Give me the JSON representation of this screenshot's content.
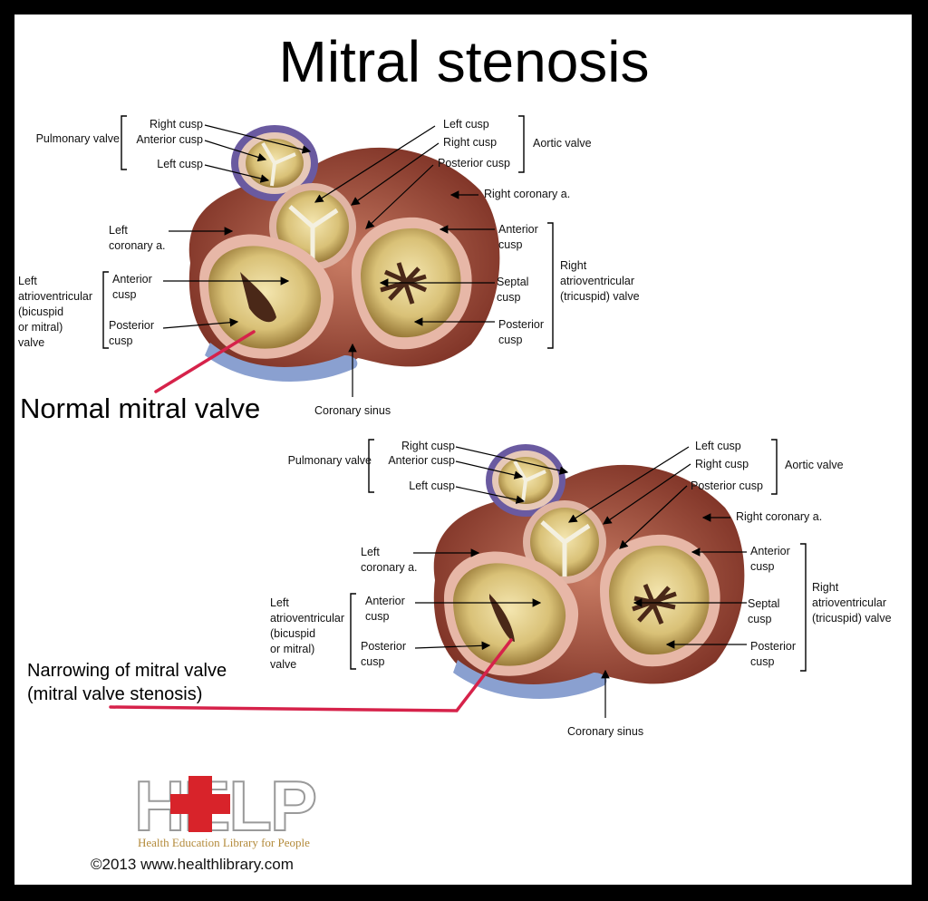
{
  "title": "Mitral stenosis",
  "top": {
    "caption": "Normal mitral valve",
    "pulmonary_valve": "Pulmonary valve",
    "pulm_right_cusp": "Right cusp",
    "pulm_anterior_cusp": "Anterior cusp",
    "pulm_left_cusp": "Left cusp",
    "aortic_left_cusp": "Left cusp",
    "aortic_right_cusp": "Right cusp",
    "aortic_posterior_cusp": "Posterior cusp",
    "aortic_valve": "Aortic valve",
    "right_coronary": "Right coronary a.",
    "left_coronary": "Left\ncoronary a.",
    "mitral_valve": "Left\natrioventricular\n(bicuspid\n or mitral)\nvalve",
    "mitral_anterior": "Anterior\ncusp",
    "mitral_posterior": "Posterior\ncusp",
    "tri_anterior": "Anterior\ncusp",
    "tri_septal": "Septal\ncusp",
    "tri_posterior": "Posterior\ncusp",
    "tricuspid_valve": "Right\natrioventricular\n(tricuspid) valve",
    "coronary_sinus": "Coronary sinus"
  },
  "bottom": {
    "caption": "Narrowing of mitral valve\n(mitral valve stenosis)",
    "pulmonary_valve": "Pulmonary valve",
    "pulm_right_cusp": "Right cusp",
    "pulm_anterior_cusp": "Anterior cusp",
    "pulm_left_cusp": "Left cusp",
    "aortic_left_cusp": "Left cusp",
    "aortic_right_cusp": "Right cusp",
    "aortic_posterior_cusp": "Posterior cusp",
    "aortic_valve": "Aortic valve",
    "right_coronary": "Right coronary a.",
    "left_coronary": "Left\ncoronary a.",
    "mitral_valve": "Left\natrioventricular\n(bicuspid\n or mitral)\nvalve",
    "mitral_anterior": "Anterior\ncusp",
    "mitral_posterior": "Posterior\ncusp",
    "tri_anterior": "Anterior\ncusp",
    "tri_septal": "Septal\ncusp",
    "tri_posterior": "Posterior\ncusp",
    "tricuspid_valve": "Right\natrioventricular\n(tricuspid) valve",
    "coronary_sinus": "Coronary sinus"
  },
  "logo": {
    "letters": "HELP",
    "tagline": "Health Education Library for People",
    "copyright": "©2013 www.healthlibrary.com"
  },
  "colors": {
    "background": "#000000",
    "panel": "#ffffff",
    "pointer_line": "#d6224a",
    "logo_cross": "#d8232a",
    "tagline": "#b38a3a"
  }
}
